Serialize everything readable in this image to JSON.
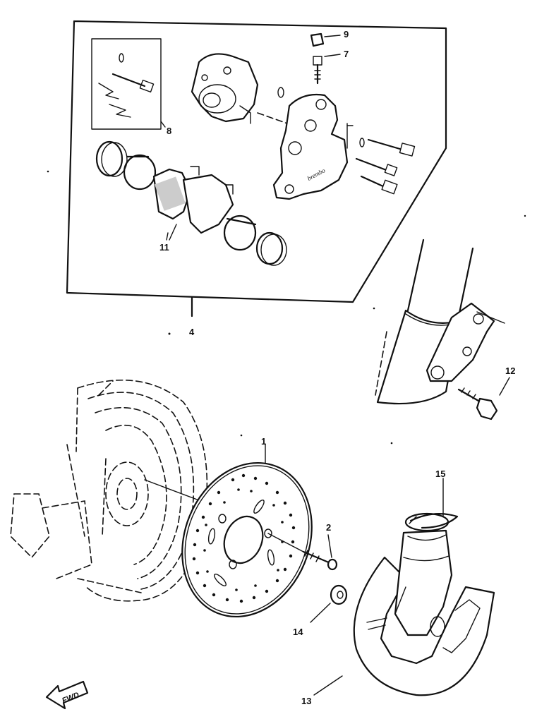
{
  "callouts": {
    "c1": "1",
    "c2": "2",
    "c4": "4",
    "c7": "7",
    "c8": "8",
    "c9": "9",
    "c11": "11",
    "c12": "12",
    "c13": "13",
    "c14": "14",
    "c15": "15"
  },
  "fwd_label": "FWD"
}
